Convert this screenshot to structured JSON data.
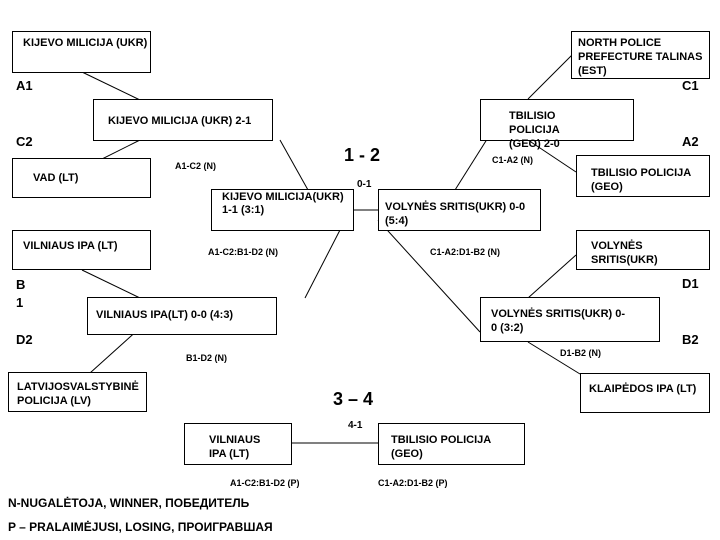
{
  "teams": {
    "a1": "KIJEVO MILICIJA (UKR)",
    "c2": "VAD (LT)",
    "b1": "VILNIAUS IPA (LT)",
    "d2": "LATVIJOSVALSTYBINĖ POLICIJA (LV)",
    "c1": "NORTH POLICE PREFECTURE TALINAS (EST)",
    "a2": "TBILISIO POLICIJA (GEO)",
    "d1": "VOLYNĖS SRITIS(UKR)",
    "b2": "KLAIPĖDOS IPA (LT)"
  },
  "quarterfinals": {
    "q1": "KIJEVO MILICIJA (UKR) 2-1",
    "q2": "VILNIAUS IPA(LT) 0-0 (4:3)",
    "q3": "TBILISIO POLICIJA (GEO) 2-0",
    "q4": "VOLYNĖS SRITIS(UKR) 0-0 (3:2)"
  },
  "semifinals": {
    "s1": "KIJEVO MILICIJA(UKR) 1-1 (3:1)",
    "s2": "VOLYNĖS SRITIS(UKR) 0-0 (5:4)"
  },
  "third_place": {
    "left": "VILNIAUS IPA (LT)",
    "right": "TBILISIO POLICIJA (GEO)"
  },
  "seeds": {
    "a1": "A1",
    "c2": "C2",
    "b1": "B 1",
    "d2": "D2",
    "c1": "C1",
    "a2": "A2",
    "d1": "D1",
    "b2": "B2"
  },
  "match_codes": {
    "a1c2": "A1-C2 (N)",
    "b1d2": "B1-D2 (N)",
    "c1a2": "C1-A2 (N)",
    "d1b2": "D1-B2 (N)",
    "semi_left": "A1-C2:B1-D2 (N)",
    "semi_right": "C1-A2:D1-B2 (N)",
    "third_left": "A1-C2:B1-D2 (P)",
    "third_right": "C1-A2:D1-B2 (P)"
  },
  "headings": {
    "final": "1 - 2",
    "final_score": "0-1",
    "third": "3 – 4",
    "third_score": "4-1"
  },
  "legend": {
    "winner": "N-NUGALĖTOJA, WINNER, ПОБЕДИТЕЛЬ",
    "loser": "P – PRALAIMĖJUSI, LOSING, ПРОИГРАВШАЯ"
  }
}
